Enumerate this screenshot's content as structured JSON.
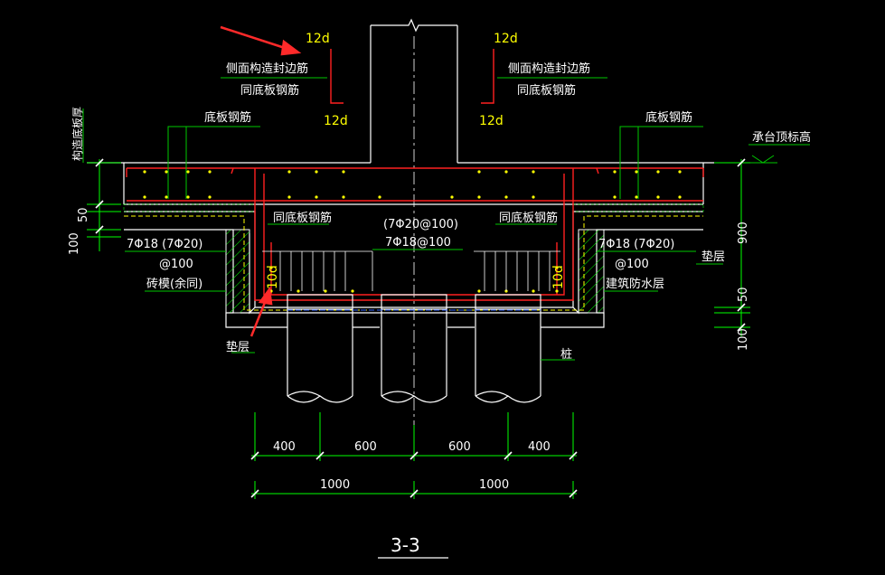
{
  "colors": {
    "background": "#000000",
    "outline": "#ffffff",
    "rebar": "#ff2020",
    "dimension": "#00ff00",
    "leader_line": "#00c800",
    "hatch": "#00ff00",
    "text": "#ffffff",
    "anchorage_text": "#ffff00",
    "waterproof": "#ffff00",
    "pile_top": "#3366ff",
    "arrow": "#ff2a2a",
    "centerline": "#d0d0d0"
  },
  "labels": {
    "side_seal_left_1": "侧面构造封边筋",
    "side_seal_left_2": "同底板钢筋",
    "side_seal_right_1": "侧面构造封边筋",
    "side_seal_right_2": "同底板钢筋",
    "anchor_12d_tl": "12d",
    "anchor_12d_bl": "12d",
    "anchor_12d_tr": "12d",
    "anchor_12d_br": "12d",
    "bottom_bar_left": "底板钢筋",
    "bottom_bar_right": "底板钢筋",
    "cap_top_elev": "承台顶标高",
    "vertical_left": "构造底板厚",
    "same_bar_left": "同底板钢筋",
    "same_bar_right": "同底板钢筋",
    "center_top": "(7Φ20@100)",
    "center_bottom": "7Φ18@100",
    "left_bar_1": "7Φ18 (7Φ20)",
    "left_bar_2": "@100",
    "left_brick": "砖模(余同)",
    "right_bar_1": "7Φ18 (7Φ20)",
    "right_bar_2": "@100",
    "right_waterproof": "建筑防水层",
    "cushion_left": "垫层",
    "cushion_right": "垫层",
    "pile": "桩",
    "anchor_10d_left": "10d",
    "anchor_10d_right": "10d"
  },
  "dimensions": {
    "left": [
      "50",
      "100"
    ],
    "right": [
      "900",
      "50",
      "100"
    ],
    "bottom_row1": [
      "400",
      "600",
      "600",
      "400"
    ],
    "bottom_row2": [
      "1000",
      "1000"
    ]
  },
  "title": "3-3"
}
